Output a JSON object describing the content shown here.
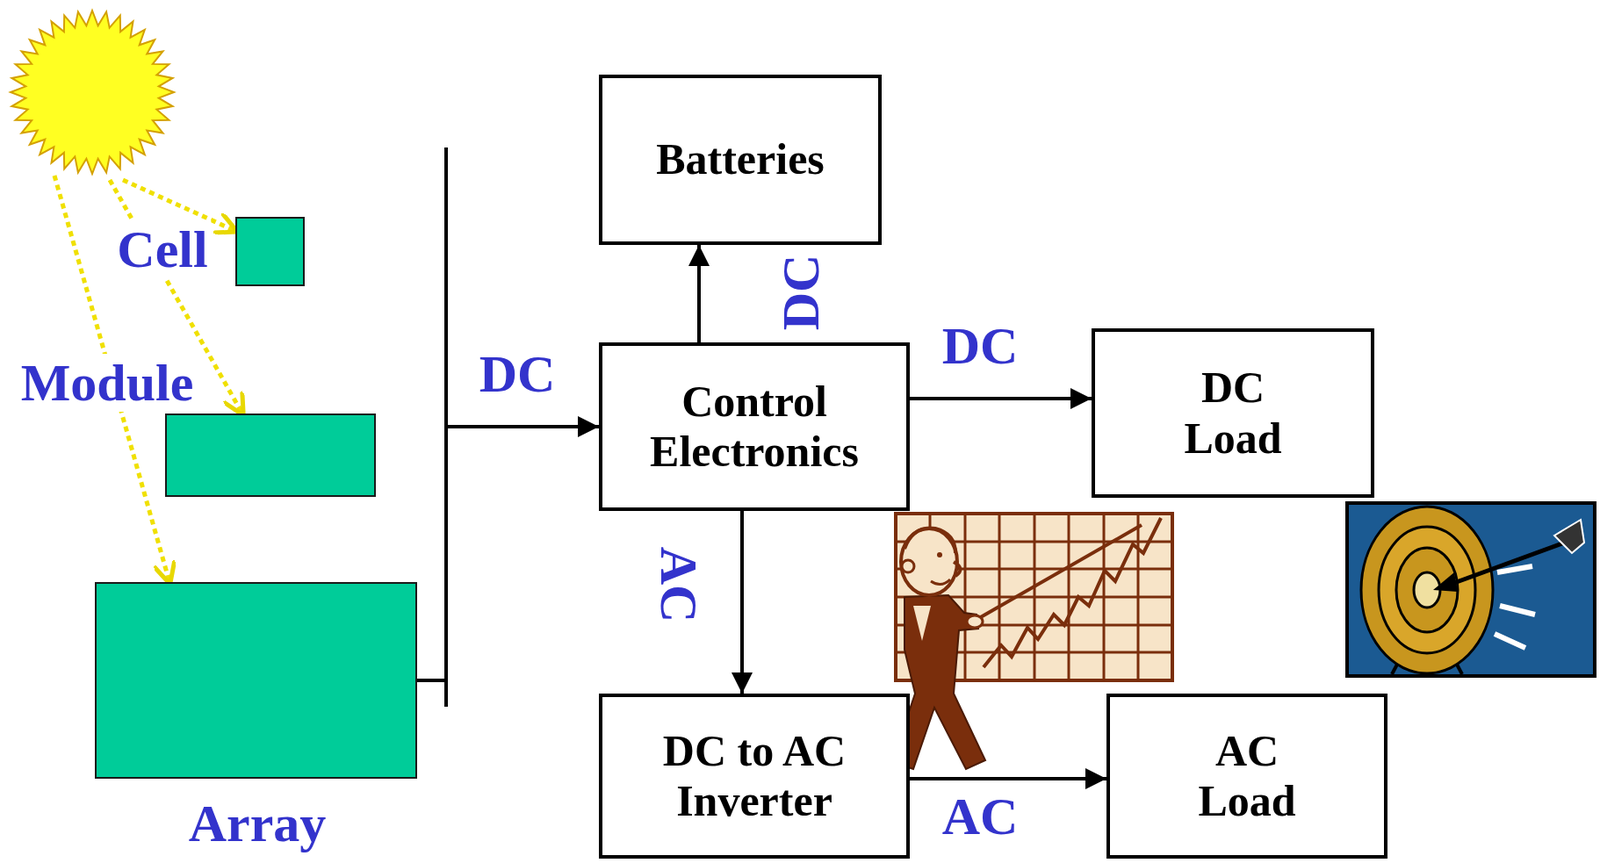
{
  "diagram": {
    "nodes": [
      {
        "text": [
          "Cell"
        ]
      },
      {
        "text": [
          "Module"
        ]
      },
      {
        "text": [
          "Array"
        ]
      },
      {
        "text": [
          "Batteries"
        ]
      },
      {
        "text": [
          "Control Electronics"
        ]
      },
      {
        "text": [
          "DC Load"
        ]
      },
      {
        "text": [
          "DC to AC Inverter"
        ]
      },
      {
        "text": [
          "AC Load"
        ]
      }
    ],
    "edges": [
      {
        "from": 2,
        "to": 4,
        "arrow": "to",
        "label": "DC"
      },
      {
        "from": 4,
        "to": 3,
        "arrow": "to",
        "label": "DC"
      },
      {
        "from": 4,
        "to": 5,
        "arrow": "to",
        "label": "DC"
      },
      {
        "from": 4,
        "to": 6,
        "arrow": "to",
        "label": "AC"
      },
      {
        "from": 6,
        "to": 7,
        "arrow": "to",
        "label": "AC"
      }
    ]
  }
}
